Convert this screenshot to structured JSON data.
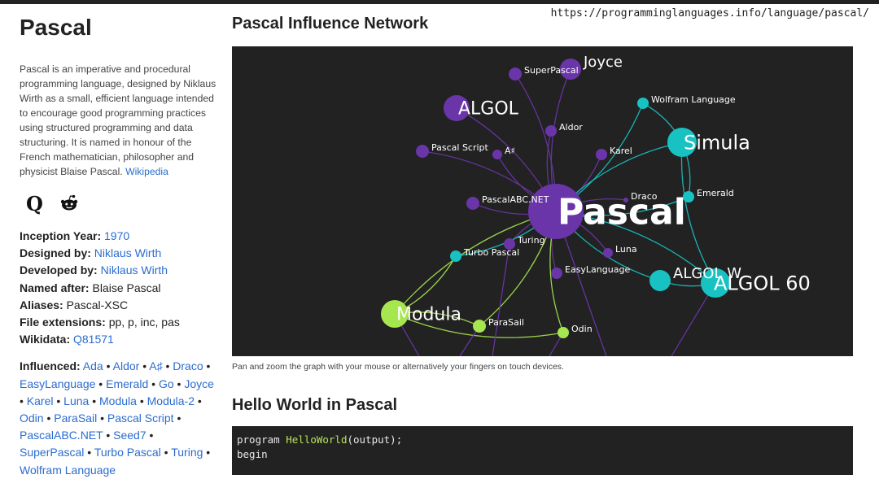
{
  "browser": {
    "url": "https://programminglanguages.info/language/pascal/"
  },
  "sidebar": {
    "title": "Pascal",
    "description": "Pascal is an imperative and procedural programming language, designed by Niklaus Wirth as a small, efficient language intended to encourage good programming practices using structured programming and data structuring. It is named in honour of the French mathematician, philosopher and physicist Blaise Pascal.",
    "wikipedia_link": "Wikipedia",
    "icons": [
      "quora-icon",
      "reddit-icon"
    ],
    "facts": [
      {
        "label": "Inception Year:",
        "value": "1970",
        "link": true
      },
      {
        "label": "Designed by:",
        "value": "Niklaus Wirth",
        "link": true
      },
      {
        "label": "Developed by:",
        "value": "Niklaus Wirth",
        "link": true
      },
      {
        "label": "Named after:",
        "value": "Blaise Pascal",
        "link": false
      },
      {
        "label": "Aliases:",
        "value": "Pascal-XSC",
        "link": false
      },
      {
        "label": "File extensions:",
        "value": "pp, p, inc, pas",
        "link": false
      },
      {
        "label": "Wikidata:",
        "value": "Q81571",
        "link": true
      }
    ],
    "influenced_label": "Influenced:",
    "influenced": [
      "Ada",
      "Aldor",
      "A♯",
      "Draco",
      "EasyLanguage",
      "Emerald",
      "Go",
      "Joyce",
      "Karel",
      "Luna",
      "Modula",
      "Modula-2",
      "Odin",
      "ParaSail",
      "Pascal Script",
      "PascalABC.NET",
      "Seed7",
      "SuperPascal",
      "Turbo Pascal",
      "Turing",
      "Wolfram Language"
    ]
  },
  "main": {
    "network_title": "Pascal Influence Network",
    "graph_caption": "Pan and zoom the graph with your mouse or alternatively your fingers on touch devices.",
    "graph_nodes": [
      {
        "label": "Pascal",
        "color": "#6a35a8"
      },
      {
        "label": "ALGOL",
        "color": "#6a35a8"
      },
      {
        "label": "Joyce",
        "color": "#6a35a8"
      },
      {
        "label": "SuperPascal",
        "color": "#6a35a8"
      },
      {
        "label": "Aldor",
        "color": "#6a35a8"
      },
      {
        "label": "Pascal Script",
        "color": "#6a35a8"
      },
      {
        "label": "A♯",
        "color": "#6a35a8"
      },
      {
        "label": "Karel",
        "color": "#6a35a8"
      },
      {
        "label": "PascalABC.NET",
        "color": "#6a35a8"
      },
      {
        "label": "Turing",
        "color": "#6a35a8"
      },
      {
        "label": "Luna",
        "color": "#6a35a8"
      },
      {
        "label": "EasyLanguage",
        "color": "#6a35a8"
      },
      {
        "label": "Draco",
        "color": "#6a35a8"
      },
      {
        "label": "Wolfram Language",
        "color": "#19c2c2"
      },
      {
        "label": "Simula",
        "color": "#19c2c2"
      },
      {
        "label": "Emerald",
        "color": "#19c2c2"
      },
      {
        "label": "Turbo Pascal",
        "color": "#19c2c2"
      },
      {
        "label": "ALGOL W",
        "color": "#19c2c2"
      },
      {
        "label": "ALGOL 60",
        "color": "#19c2c2"
      },
      {
        "label": "Modula",
        "color": "#a6e64e"
      },
      {
        "label": "ParaSail",
        "color": "#a6e64e"
      },
      {
        "label": "Odin",
        "color": "#a6e64e"
      }
    ],
    "hello_title": "Hello World in Pascal",
    "code": {
      "line1_prefix": "program ",
      "line1_fn": "HelloWorld",
      "line1_suffix": "(output);",
      "line2": "begin"
    }
  }
}
